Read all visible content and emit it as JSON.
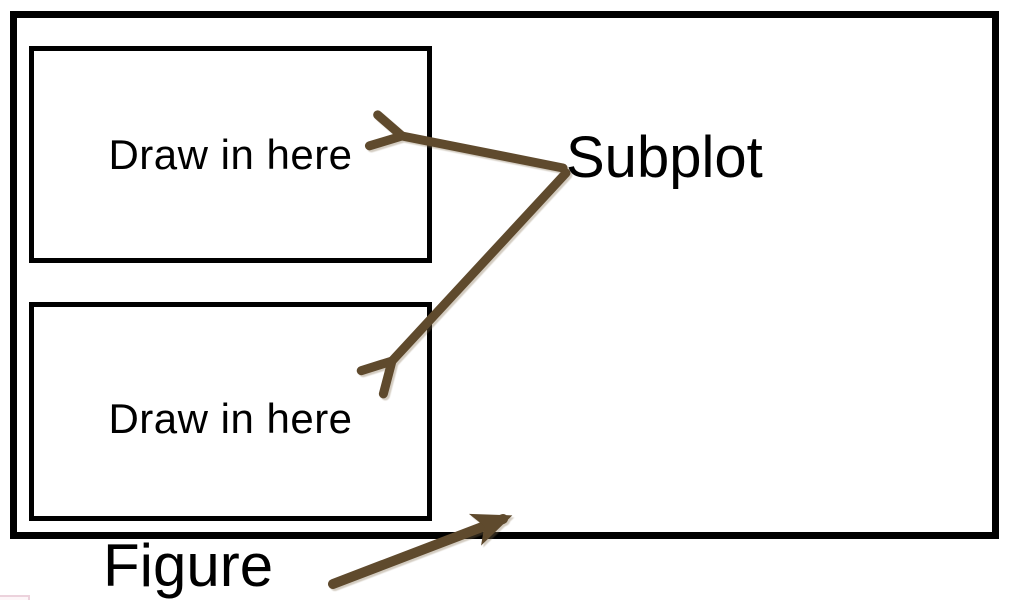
{
  "slide": {
    "background": "#ffffff",
    "figure": {
      "label": "Figure",
      "border_color": "#000000"
    },
    "subplots": {
      "label": "Subplot",
      "boxes": [
        {
          "text": "Draw in here"
        },
        {
          "text": "Draw in here"
        }
      ],
      "border_color": "#000000"
    },
    "arrows": {
      "color": "#5F4A2D",
      "items": [
        {
          "name": "subplot-arrow-top",
          "from": "subplot-label",
          "to": "upper-subplot-box",
          "head": "open"
        },
        {
          "name": "subplot-arrow-bottom",
          "from": "subplot-label",
          "to": "lower-subplot-box",
          "head": "open"
        },
        {
          "name": "figure-arrow",
          "from": "figure-label",
          "to": "figure-border",
          "head": "filled"
        }
      ]
    },
    "stray_shape": {
      "border_color": "#ecd2dc"
    }
  }
}
